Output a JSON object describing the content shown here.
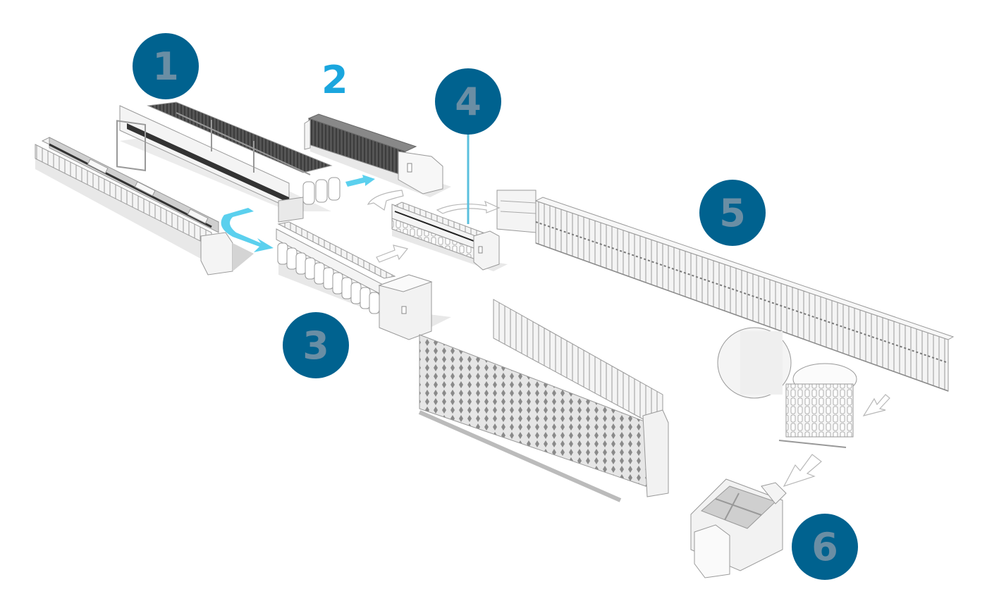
{
  "diagram": {
    "title": "",
    "colors": {
      "badge_fill": "#00628f",
      "badge_text": "#6a8ea4",
      "active_number": "#1aa6de",
      "flow_arrow_active": "#5bd0ee",
      "flow_arrow_outline": "#b8b8b8",
      "machine_line": "#9a9a9a",
      "machine_fill": "#f4f4f4",
      "machine_dark": "#4a4a4a",
      "shadow": "#d4d4d4"
    },
    "steps": [
      {
        "number": "1",
        "style": "badge",
        "machine": "blowroom-and-carding-line"
      },
      {
        "number": "2",
        "style": "highlighted-plain",
        "machine": "comber"
      },
      {
        "number": "3",
        "style": "badge",
        "machine": "drawframe-with-cans"
      },
      {
        "number": "4",
        "style": "badge",
        "machine": "roving-frame"
      },
      {
        "number": "5",
        "style": "badge",
        "machine": "ring-spinning-frame"
      },
      {
        "number": "6",
        "style": "badge",
        "machine": "packaging-unit"
      }
    ],
    "extra_machines": [
      "automatic-winder-creel",
      "yarn-conditioning-autoclave"
    ]
  }
}
